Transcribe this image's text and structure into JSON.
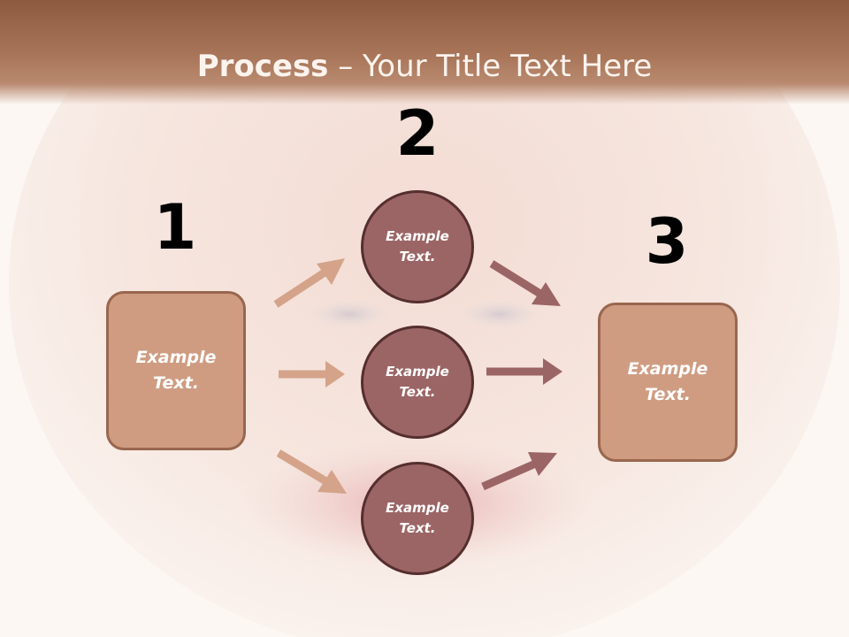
{
  "title": {
    "bold": "Process",
    "rest": " – Your Title Text Here"
  },
  "steps": {
    "one": "1",
    "two": "2",
    "three": "3"
  },
  "left_box": {
    "text": "Example Text."
  },
  "right_box": {
    "text": "Example Text."
  },
  "circles": [
    {
      "text": "Example Text."
    },
    {
      "text": "Example Text."
    },
    {
      "text": "Example Text."
    }
  ],
  "colors": {
    "header": "#a9765a",
    "box_fill": "#cf9c82",
    "box_border": "#99664f",
    "circle_fill": "#9c6565",
    "circle_border": "#552e2e",
    "arrow_light": "#d4a38a",
    "arrow_dark": "#9c6565"
  }
}
